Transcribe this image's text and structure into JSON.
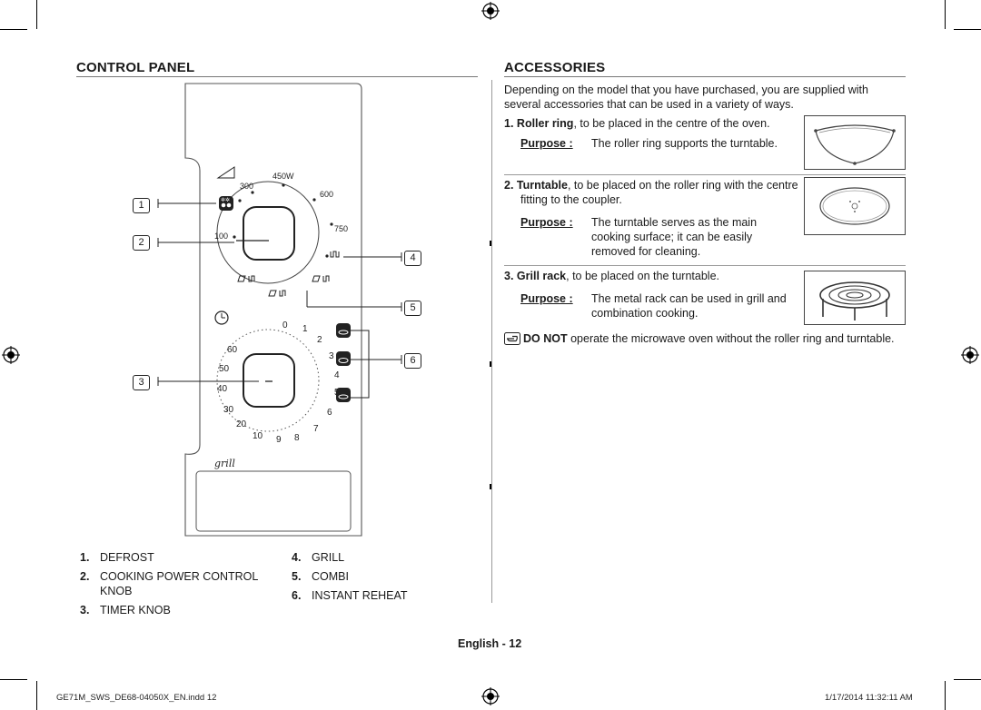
{
  "control_panel": {
    "title": "CONTROL PANEL",
    "callouts": [
      "1",
      "2",
      "3",
      "4",
      "5",
      "6"
    ],
    "power_knob": {
      "labels": [
        "450W",
        "300",
        "600",
        "750",
        "100"
      ]
    },
    "timer_knob": {
      "labels": [
        "0",
        "1",
        "2",
        "3",
        "4",
        "5",
        "6",
        "7",
        "8",
        "9",
        "10",
        "20",
        "30",
        "40",
        "50",
        "60"
      ]
    },
    "brand_mark": "grill",
    "legend": [
      {
        "num": "1.",
        "label": "DEFROST"
      },
      {
        "num": "2.",
        "label": "COOKING POWER CONTROL KNOB"
      },
      {
        "num": "3.",
        "label": "TIMER KNOB"
      },
      {
        "num": "4.",
        "label": "GRILL"
      },
      {
        "num": "5.",
        "label": "COMBI"
      },
      {
        "num": "6.",
        "label": "INSTANT REHEAT"
      }
    ]
  },
  "accessories": {
    "title": "ACCESSORIES",
    "intro": "Depending on the model that you have purchased, you are supplied with several accessories that can be used in a variety of ways.",
    "items": [
      {
        "num": "1.",
        "name": "Roller ring",
        "desc": ", to be placed in the centre of the oven.",
        "purpose_label": "Purpose :",
        "purpose": "The roller ring supports the turntable."
      },
      {
        "num": "2.",
        "name": "Turntable",
        "desc": ", to be placed on the roller ring with the centre fitting to the coupler.",
        "purpose_label": "Purpose :",
        "purpose": "The turntable serves as the main cooking surface; it can be easily removed for cleaning."
      },
      {
        "num": "3.",
        "name": "Grill rack",
        "desc": ", to be placed on the turntable.",
        "purpose_label": "Purpose :",
        "purpose": "The metal rack can be used in grill and combination cooking."
      }
    ],
    "note": {
      "strong": "DO NOT",
      "text": " operate the microwave oven without the roller ring and turntable."
    }
  },
  "page_label": "English - 12",
  "footer": {
    "file": "GE71M_SWS_DE68-04050X_EN.indd   12",
    "timestamp": "1/17/2014   11:32:11 AM"
  }
}
